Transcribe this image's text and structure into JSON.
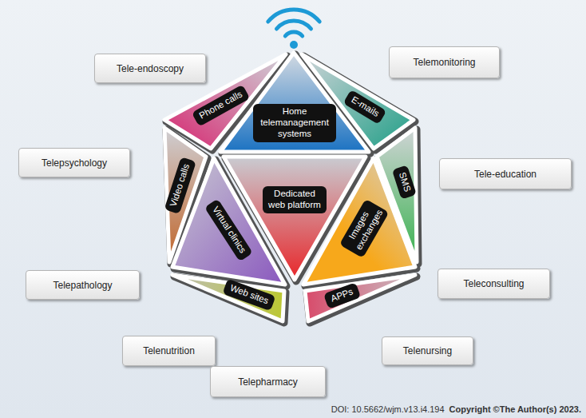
{
  "diagram": {
    "nodes": [
      {
        "text": [
          "Tele-endoscopy"
        ]
      },
      {
        "text": [
          "Telemonitoring"
        ]
      },
      {
        "text": [
          "Phone calls"
        ]
      },
      {
        "text": [
          "E-mails"
        ]
      },
      {
        "text": [
          "Home telemanagement systems"
        ]
      },
      {
        "text": [
          "Telepsychology"
        ]
      },
      {
        "text": [
          "SMS"
        ]
      },
      {
        "text": [
          "Video calls"
        ]
      },
      {
        "text": [
          "Tele-education"
        ]
      },
      {
        "text": [
          "Dedicated web platform"
        ]
      },
      {
        "text": [
          "Virtual clinics"
        ]
      },
      {
        "text": [
          "Images exchanges"
        ]
      },
      {
        "text": [
          "Telepathology"
        ]
      },
      {
        "text": [
          "Teleconsulting"
        ]
      },
      {
        "text": [
          "Web sites"
        ]
      },
      {
        "text": [
          "APPs"
        ]
      },
      {
        "text": [
          "Telenutrition"
        ]
      },
      {
        "text": [
          "Telenursing"
        ]
      },
      {
        "text": [
          "Telepharmacy"
        ]
      }
    ],
    "labels": [
      "DOI: 10.5662/wjm.v13.i4.194",
      "Copyright ©The Author(s) 2023."
    ]
  }
}
